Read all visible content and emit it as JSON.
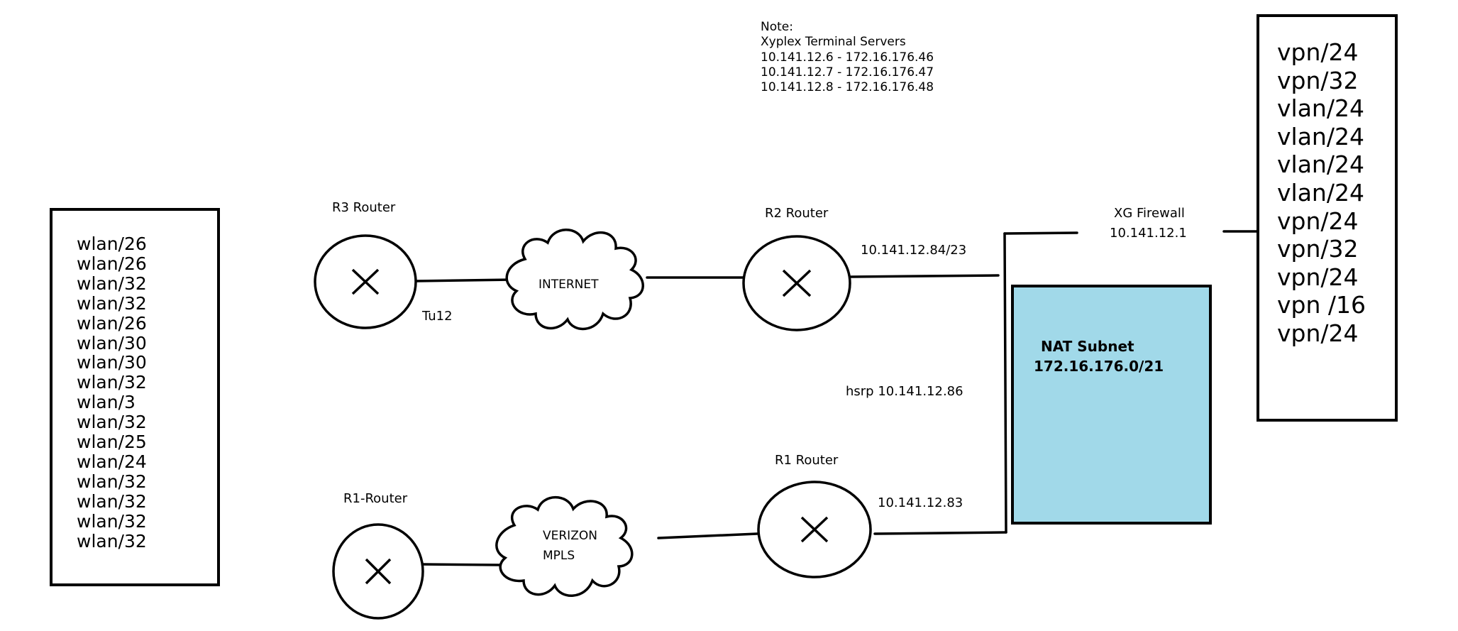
{
  "note": {
    "title": "Note:",
    "lines": [
      "Xyplex Terminal Servers",
      "10.141.12.6 - 172.16.176.46",
      "10.141.12.7 - 172.16.176.47",
      "10.141.12.8 - 172.16.176.48"
    ]
  },
  "left_list": [
    "wlan/26",
    "wlan/26",
    "wlan/32",
    "wlan/32",
    "wlan/26",
    "wlan/30",
    "wlan/30",
    "wlan/32",
    "wlan/3",
    "wlan/32",
    "wlan/25",
    "wlan/24",
    "wlan/32",
    "wlan/32",
    "wlan/32",
    "wlan/32"
  ],
  "right_list": [
    "vpn/24",
    "vpn/32",
    "vlan/24",
    "vlan/24",
    "vlan/24",
    "vlan/24",
    "vpn/24",
    "vpn/32",
    "vpn/24",
    "vpn /16",
    "vpn/24"
  ],
  "routers": {
    "r3": "R3 Router",
    "r2": "R2 Router",
    "r1": "R1 Router",
    "r1_left": "R1-Router"
  },
  "clouds": {
    "internet": "INTERNET",
    "verizon_line1": "VERIZON",
    "verizon_line2": "MPLS"
  },
  "labels": {
    "tu12": "Tu12",
    "r2_ip": "10.141.12.84/23",
    "hsrp": "hsrp 10.141.12.86",
    "r1_ip": "10.141.12.83",
    "firewall_name": "XG Firewall",
    "firewall_ip": "10.141.12.1"
  },
  "nat": {
    "title": "NAT Subnet",
    "subnet": "172.16.176.0/21",
    "color": "#a1d9e9"
  }
}
